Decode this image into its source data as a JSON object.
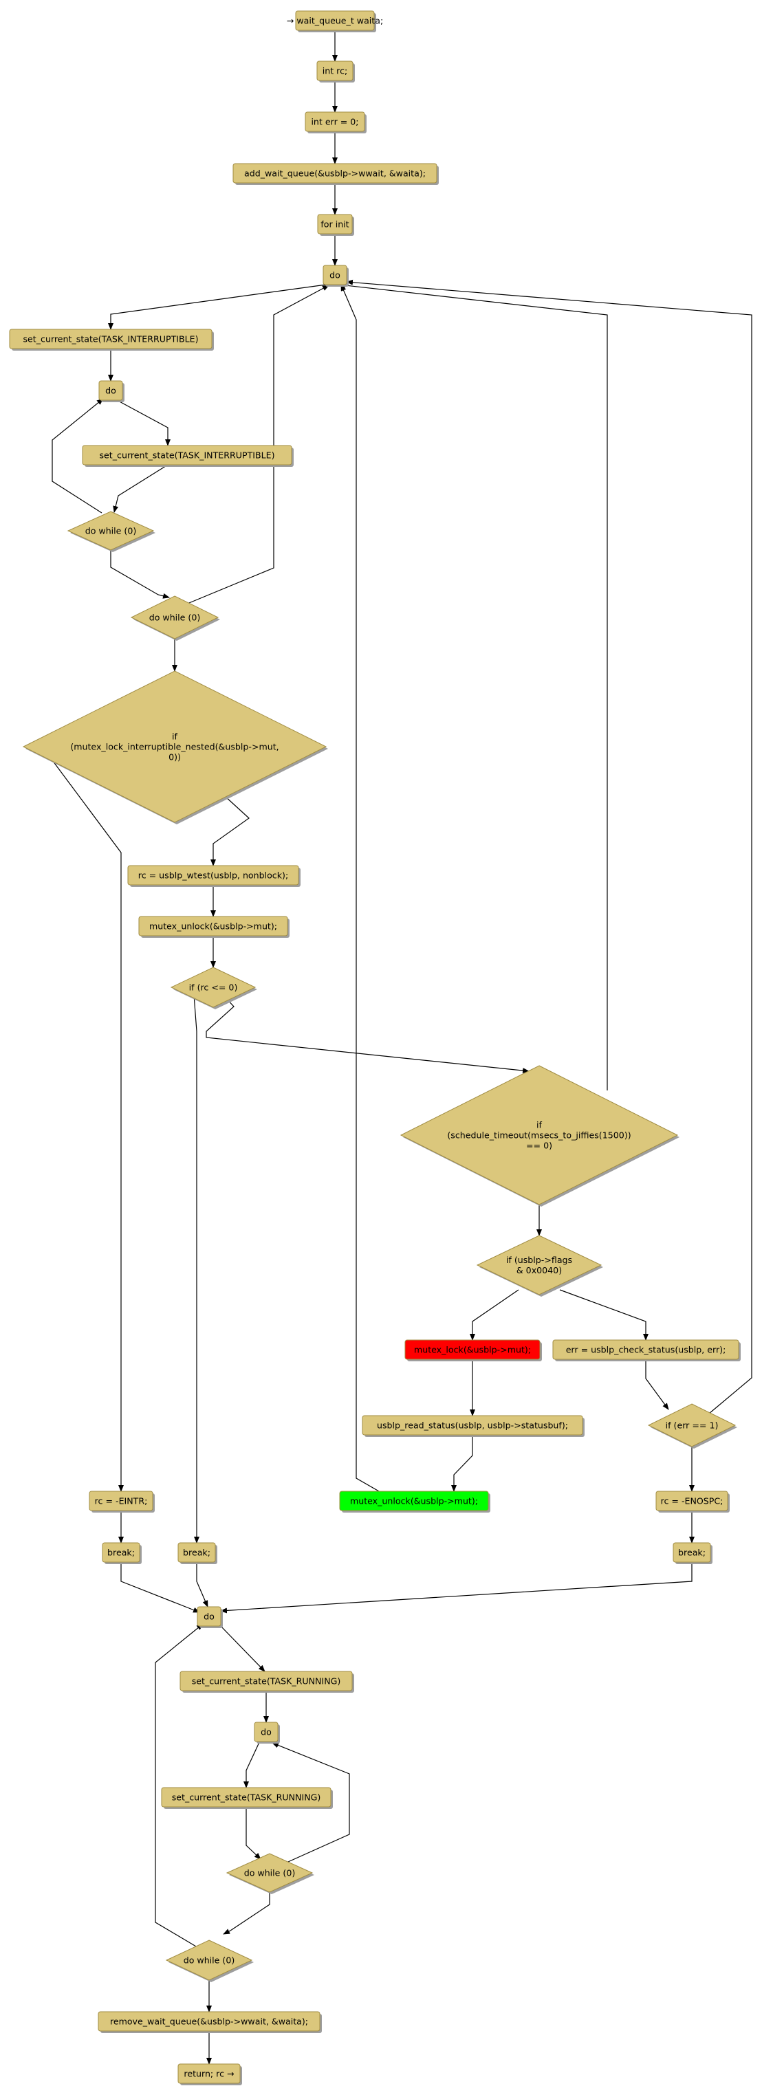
{
  "colors": {
    "node_fill": "#dbc77c",
    "node_border": "#a08c42",
    "shadow": "#9e9e9e",
    "edge": "#000000",
    "highlight_lock": "#ff0000",
    "highlight_unlock": "#00ff00"
  },
  "nodes": [
    {
      "id": "n1",
      "shape": "box",
      "lines": [
        "→ wait_queue_t waita;"
      ]
    },
    {
      "id": "n2",
      "shape": "box",
      "lines": [
        "int rc;"
      ]
    },
    {
      "id": "n3",
      "shape": "box",
      "lines": [
        "int err = 0;"
      ]
    },
    {
      "id": "n4",
      "shape": "box",
      "lines": [
        "add_wait_queue(&usblp->wwait, &waita);"
      ]
    },
    {
      "id": "n5",
      "shape": "box",
      "lines": [
        "for init"
      ]
    },
    {
      "id": "n6",
      "shape": "box",
      "lines": [
        "do"
      ]
    },
    {
      "id": "n7",
      "shape": "box",
      "lines": [
        "set_current_state(TASK_INTERRUPTIBLE)"
      ]
    },
    {
      "id": "n8",
      "shape": "box",
      "lines": [
        "do"
      ]
    },
    {
      "id": "n9",
      "shape": "box",
      "lines": [
        "set_current_state(TASK_INTERRUPTIBLE)"
      ]
    },
    {
      "id": "n10",
      "shape": "diamond",
      "lines": [
        "do while (0)"
      ]
    },
    {
      "id": "n11",
      "shape": "diamond",
      "lines": [
        "do while (0)"
      ]
    },
    {
      "id": "n12",
      "shape": "diamond",
      "lines": [
        "if",
        "(mutex_lock_interruptible_nested(&usblp->mut,",
        "0))"
      ]
    },
    {
      "id": "n13",
      "shape": "box",
      "lines": [
        "rc = usblp_wtest(usblp, nonblock);"
      ]
    },
    {
      "id": "n14",
      "shape": "box",
      "lines": [
        "mutex_unlock(&usblp->mut);"
      ]
    },
    {
      "id": "n15",
      "shape": "diamond",
      "lines": [
        "if (rc <= 0)"
      ]
    },
    {
      "id": "n16",
      "shape": "diamond",
      "lines": [
        "if",
        "(schedule_timeout(msecs_to_jiffies(1500))",
        "== 0)"
      ]
    },
    {
      "id": "n17",
      "shape": "diamond",
      "lines": [
        "if (usblp->flags",
        "& 0x0040)"
      ]
    },
    {
      "id": "n18",
      "shape": "box",
      "lines": [
        "mutex_lock(&usblp->mut);"
      ],
      "fill": "#ff0000"
    },
    {
      "id": "n19",
      "shape": "box",
      "lines": [
        "err = usblp_check_status(usblp, err);"
      ]
    },
    {
      "id": "n20",
      "shape": "box",
      "lines": [
        "usblp_read_status(usblp, usblp->statusbuf);"
      ]
    },
    {
      "id": "n21",
      "shape": "diamond",
      "lines": [
        "if (err == 1)"
      ]
    },
    {
      "id": "n22",
      "shape": "box",
      "lines": [
        "mutex_unlock(&usblp->mut);"
      ],
      "fill": "#00ff00"
    },
    {
      "id": "n23",
      "shape": "box",
      "lines": [
        "rc = -EINTR;"
      ]
    },
    {
      "id": "n24",
      "shape": "box",
      "lines": [
        "rc = -ENOSPC;"
      ]
    },
    {
      "id": "n25",
      "shape": "box",
      "lines": [
        "break;"
      ]
    },
    {
      "id": "n26",
      "shape": "box",
      "lines": [
        "break;"
      ]
    },
    {
      "id": "n27",
      "shape": "box",
      "lines": [
        "break;"
      ]
    },
    {
      "id": "n28",
      "shape": "box",
      "lines": [
        "do"
      ]
    },
    {
      "id": "n29",
      "shape": "box",
      "lines": [
        "set_current_state(TASK_RUNNING)"
      ]
    },
    {
      "id": "n30",
      "shape": "box",
      "lines": [
        "do"
      ]
    },
    {
      "id": "n31",
      "shape": "box",
      "lines": [
        "set_current_state(TASK_RUNNING)"
      ]
    },
    {
      "id": "n32",
      "shape": "diamond",
      "lines": [
        "do while (0)"
      ]
    },
    {
      "id": "n33",
      "shape": "diamond",
      "lines": [
        "do while (0)"
      ]
    },
    {
      "id": "n34",
      "shape": "box",
      "lines": [
        "remove_wait_queue(&usblp->wwait, &waita);"
      ]
    },
    {
      "id": "n35",
      "shape": "box",
      "lines": [
        "return; rc →"
      ]
    }
  ],
  "edges": [
    {
      "from": "n1",
      "to": "n2"
    },
    {
      "from": "n2",
      "to": "n3"
    },
    {
      "from": "n3",
      "to": "n4"
    },
    {
      "from": "n4",
      "to": "n5"
    },
    {
      "from": "n5",
      "to": "n6"
    },
    {
      "from": "n6",
      "to": "n7"
    },
    {
      "from": "n7",
      "to": "n8"
    },
    {
      "from": "n8",
      "to": "n9"
    },
    {
      "from": "n9",
      "to": "n10"
    },
    {
      "from": "n10",
      "to": "n8"
    },
    {
      "from": "n10",
      "to": "n11"
    },
    {
      "from": "n11",
      "to": "n6"
    },
    {
      "from": "n11",
      "to": "n12"
    },
    {
      "from": "n12",
      "to": "n23"
    },
    {
      "from": "n12",
      "to": "n13"
    },
    {
      "from": "n13",
      "to": "n14"
    },
    {
      "from": "n14",
      "to": "n15"
    },
    {
      "from": "n15",
      "to": "n26"
    },
    {
      "from": "n15",
      "to": "n16"
    },
    {
      "from": "n16",
      "to": "n6"
    },
    {
      "from": "n16",
      "to": "n17"
    },
    {
      "from": "n17",
      "to": "n18"
    },
    {
      "from": "n17",
      "to": "n19"
    },
    {
      "from": "n18",
      "to": "n20"
    },
    {
      "from": "n20",
      "to": "n22"
    },
    {
      "from": "n22",
      "to": "n6"
    },
    {
      "from": "n19",
      "to": "n21"
    },
    {
      "from": "n21",
      "to": "n6"
    },
    {
      "from": "n21",
      "to": "n24"
    },
    {
      "from": "n23",
      "to": "n25"
    },
    {
      "from": "n24",
      "to": "n27"
    },
    {
      "from": "n25",
      "to": "n28"
    },
    {
      "from": "n26",
      "to": "n28"
    },
    {
      "from": "n27",
      "to": "n28"
    },
    {
      "from": "n28",
      "to": "n29"
    },
    {
      "from": "n29",
      "to": "n30"
    },
    {
      "from": "n30",
      "to": "n31"
    },
    {
      "from": "n31",
      "to": "n32"
    },
    {
      "from": "n32",
      "to": "n30"
    },
    {
      "from": "n32",
      "to": "n33"
    },
    {
      "from": "n33",
      "to": "n28"
    },
    {
      "from": "n33",
      "to": "n34"
    },
    {
      "from": "n34",
      "to": "n35"
    }
  ]
}
